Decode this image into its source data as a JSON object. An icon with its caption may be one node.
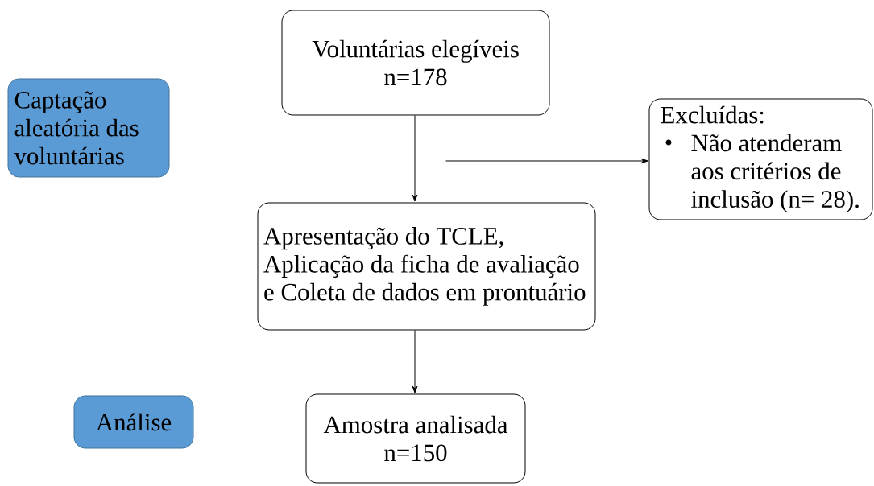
{
  "diagram": {
    "nodes": [
      {
        "text": [
          "Voluntárias elegíveis n=178"
        ]
      },
      {
        "text": [
          "Captação aleatória das voluntárias"
        ]
      },
      {
        "text": [
          "Excluídas:",
          "Não atenderam aos critérios de inclusão (n= 28)."
        ]
      },
      {
        "text": [
          "Apresentação do TCLE, Aplicação da ficha de avaliação e Coleta de dados em prontuário"
        ]
      },
      {
        "text": [
          "Análise"
        ]
      },
      {
        "text": [
          "Amostra analisada n=150"
        ]
      }
    ],
    "edges": [
      {
        "from": 0,
        "to": 3,
        "arrow": "to"
      },
      {
        "from": 3,
        "to": 5,
        "arrow": "to"
      },
      {
        "from": null,
        "to": 2,
        "arrow": "to"
      }
    ]
  }
}
